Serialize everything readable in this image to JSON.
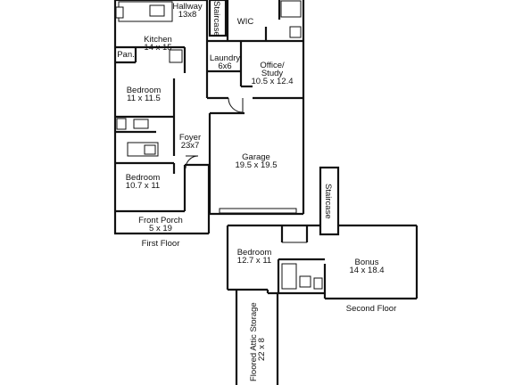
{
  "rooms": {
    "hallway": {
      "name": "Hallway",
      "dims": "13x8"
    },
    "staircase_top": {
      "name": "Staircase"
    },
    "wic": {
      "name": "WIC"
    },
    "kitchen": {
      "name": "Kitchen",
      "dims": "14 x 15"
    },
    "pantry": {
      "name": "Pan."
    },
    "laundry": {
      "name": "Laundry",
      "dims": "6x6"
    },
    "office": {
      "name": "Office/",
      "name2": "Study",
      "dims": "10.5 x 12.4"
    },
    "bedroom1": {
      "name": "Bedroom",
      "dims": "11 x 11.5"
    },
    "foyer": {
      "name": "Foyer",
      "dims": "23x7"
    },
    "garage": {
      "name": "Garage",
      "dims": "19.5 x 19.5"
    },
    "bedroom2": {
      "name": "Bedroom",
      "dims": "10.7 x 11"
    },
    "staircase_mid": {
      "name": "Staircase"
    },
    "front_porch": {
      "name": "Front Porch",
      "dims": "5 x 19"
    },
    "bedroom3": {
      "name": "Bedroom",
      "dims": "12.7 x 11"
    },
    "bonus": {
      "name": "Bonus",
      "dims": "14 x 18.4"
    },
    "attic": {
      "name": "Floored Attic Storage",
      "dims": "22 x 8"
    }
  },
  "captions": {
    "first_floor": "First Floor",
    "second_floor": "Second Floor"
  }
}
